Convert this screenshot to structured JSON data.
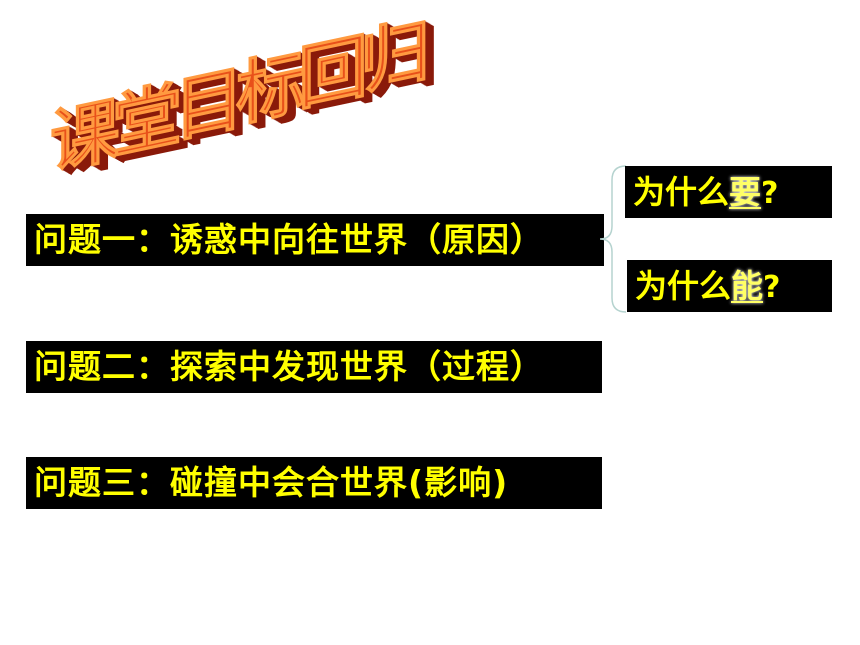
{
  "title": {
    "text": "课堂目标回归",
    "chars": [
      "课",
      "堂",
      "目",
      "标",
      "回",
      "归"
    ],
    "face_color": "#e8501a",
    "side_color": "#8a1a0a",
    "highlight_color": "#ff9a40"
  },
  "questions": [
    {
      "label": "问题一：诱惑中向往世界（原因）"
    },
    {
      "label": "问题二：探索中发现世界（过程）"
    },
    {
      "label": "问题三：碰撞中会合世界(影响)"
    }
  ],
  "sub_questions": [
    {
      "prefix": "为什么",
      "emphasis": "要",
      "suffix": "?"
    },
    {
      "prefix": "为什么",
      "emphasis": "能",
      "suffix": "?"
    }
  ],
  "colors": {
    "bar_bg": "#000000",
    "bar_text": "#ffff00",
    "brace": "#b5d3cf"
  }
}
